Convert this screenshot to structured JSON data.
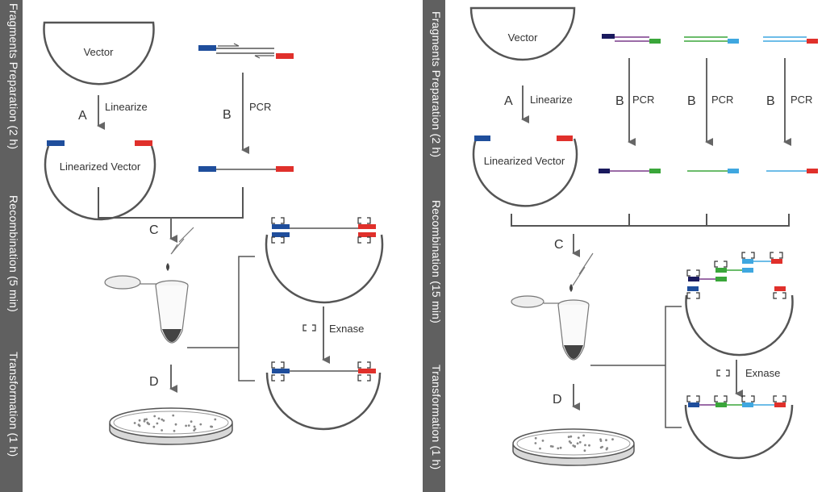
{
  "stages": [
    "Fragments Preparation (2 h)",
    "Recombination (5 min)",
    "Transformation (1 h)"
  ],
  "stages_multi": [
    "Fragments Preparation (2 h)",
    "Recombination (15 min)",
    "Transformation (1 h)"
  ],
  "left": {
    "vector": "Vector",
    "linearized_vector": "Linearized Vector",
    "step_a": "A",
    "linearize": "Linearize",
    "step_b": "B",
    "pcr": "PCR",
    "step_c": "C",
    "step_d": "D",
    "exnase": "Exnase"
  },
  "right": {
    "vector": "Vector",
    "linearized_vector": "Linearized Vector",
    "step_a": "A",
    "linearize": "Linearize",
    "step_b1": "B",
    "pcr1": "PCR",
    "step_b2": "B",
    "pcr2": "PCR",
    "step_b3": "B",
    "pcr3": "PCR",
    "step_c": "C",
    "step_d": "D",
    "exnase": "Exnase"
  },
  "colors": {
    "sidebar": "#606060",
    "blue": "#1f4e9c",
    "red": "#e0302b",
    "green": "#3aa63a",
    "light_blue": "#3fa7e0",
    "purple": "#7a3a8a",
    "navy": "#1a1a5e",
    "line": "#555555"
  }
}
